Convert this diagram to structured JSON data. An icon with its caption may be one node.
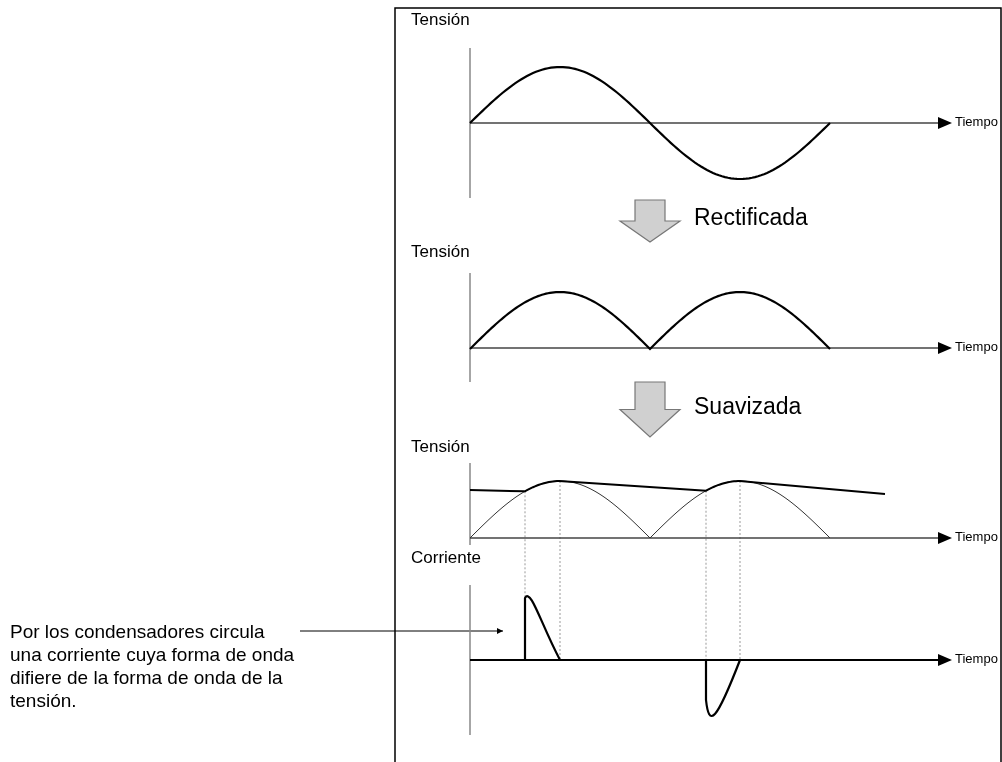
{
  "diagram": {
    "nodes": [
      {
        "text": [
          "Tensión"
        ],
        "beside": [
          "Tiempo"
        ]
      },
      {
        "text": [
          "Tensión"
        ],
        "beside": [
          "Tiempo"
        ]
      },
      {
        "text": [
          "Tensión"
        ],
        "beside": [
          "Tiempo"
        ]
      },
      {
        "text": [
          "Corriente"
        ],
        "beside": [
          "Tiempo"
        ]
      },
      {
        "text": [
          "Por los condensadores circula una corriente cuya forma de onda difiere de la forma de onda de la tensión."
        ]
      }
    ],
    "edges": [
      {
        "from": 0,
        "to": 1,
        "arrow": "to",
        "label": "Rectificada",
        "style": "thick"
      },
      {
        "from": 1,
        "to": 2,
        "arrow": "to",
        "label": "Suavizada",
        "style": "thick"
      },
      {
        "from": 4,
        "to": 3,
        "arrow": "to"
      }
    ]
  }
}
